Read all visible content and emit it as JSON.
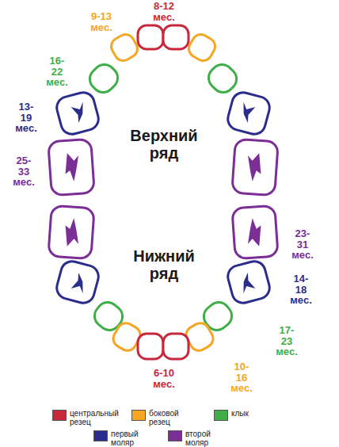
{
  "diagram": {
    "labels": [
      "8-12 мес.",
      "9-13 мес.",
      "16-22 мес.",
      "13-19 мес.",
      "Верхний ряд",
      "25-33 мес.",
      "23-31 мес.",
      "Нижний ряд",
      "14-18 мес.",
      "17-23 мес.",
      "10-16 мес.",
      "6-10 мес."
    ],
    "legend": [
      {
        "text": "центральный резец",
        "color": "#c8283c"
      },
      {
        "text": "боковой резец",
        "color": "#f5a623"
      },
      {
        "text": "клык",
        "color": "#3fae49"
      },
      {
        "text": "первый моляр",
        "color": "#2b2d8c"
      },
      {
        "text": "второй моляр",
        "color": "#7a2e96"
      }
    ]
  }
}
